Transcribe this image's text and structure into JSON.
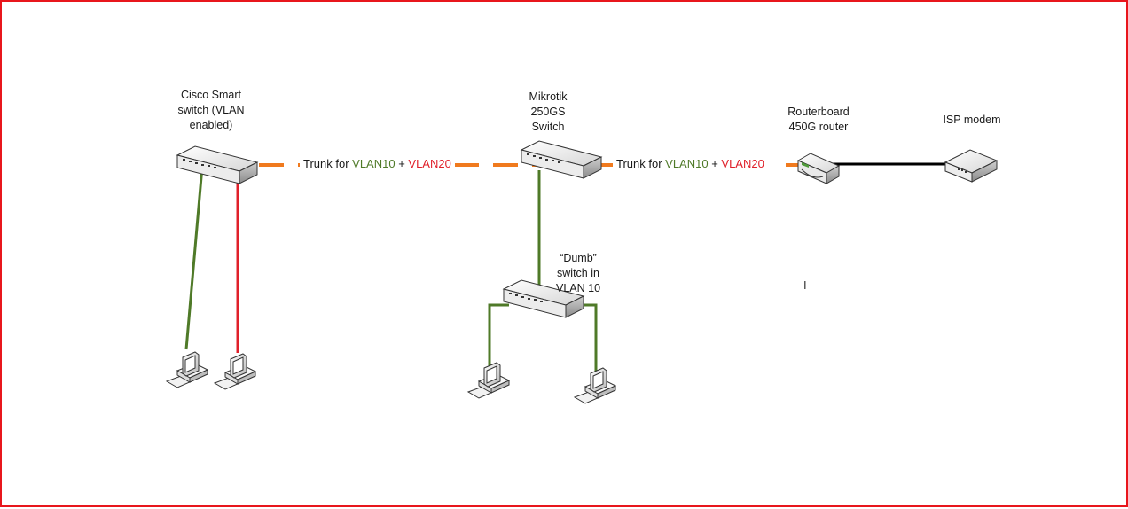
{
  "colors": {
    "border": "#e8161c",
    "vlan10": "#4f7a28",
    "vlan20": "#e0202a",
    "trunk": "#f07a1e",
    "wan": "#000000"
  },
  "devices": {
    "cisco": {
      "lines": [
        "Cisco Smart",
        "switch (VLAN",
        "enabled)"
      ]
    },
    "mikrotik": {
      "lines": [
        "Mikrotik",
        "250GS",
        "Switch"
      ]
    },
    "routerboard": {
      "lines": [
        "Routerboard",
        "450G router"
      ]
    },
    "isp": {
      "lines": [
        "ISP modem"
      ]
    },
    "dumb": {
      "lines": [
        "“Dumb”",
        "switch in",
        "VLAN 10"
      ]
    }
  },
  "trunk_links": [
    {
      "prefix": "Trunk for ",
      "vlan10": "VLAN10",
      "plus": " + ",
      "vlan20": "VLAN20"
    },
    {
      "prefix": "Trunk for ",
      "vlan10": "VLAN10",
      "plus": " + ",
      "vlan20": "VLAN20"
    }
  ],
  "stray_text": "I"
}
